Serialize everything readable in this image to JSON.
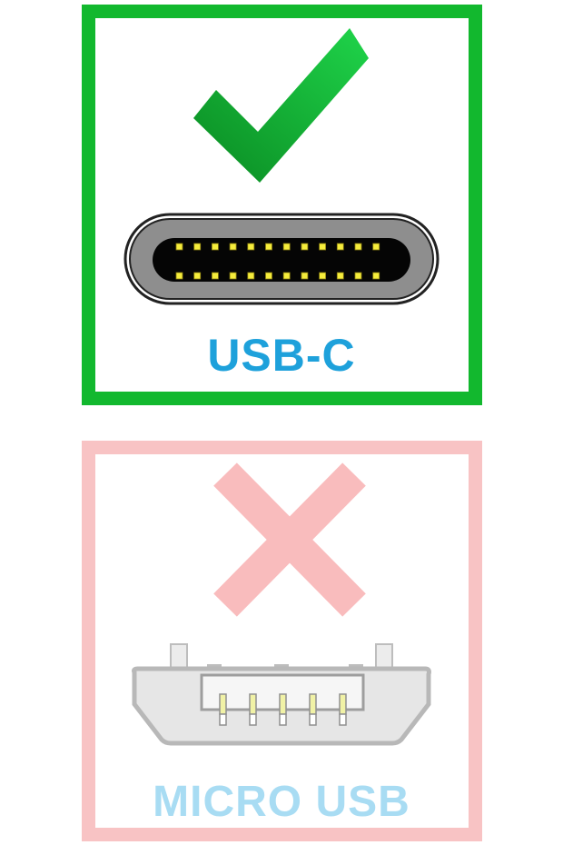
{
  "panels": [
    {
      "id": "recommended",
      "label": "USB-C",
      "status_icon": "checkmark-icon",
      "connector_icon": "usb-c-port-icon",
      "border_color": "#12b82e",
      "label_color": "#1ea1db",
      "pin_rows": 2,
      "pins_per_row": 12
    },
    {
      "id": "not-recommended",
      "label": "MICRO USB",
      "status_icon": "cross-icon",
      "connector_icon": "micro-usb-port-icon",
      "border_color": "#f8c3c4",
      "label_color": "#a8dcf3",
      "pin_count": 5
    }
  ]
}
